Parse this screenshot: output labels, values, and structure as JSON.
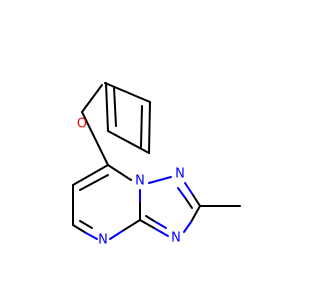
{
  "molecule": {
    "atoms": {
      "furan_o": {
        "symbol": "O",
        "color": "#ff0000"
      },
      "n1": {
        "symbol": "N",
        "color": "#0000ff"
      },
      "n2": {
        "symbol": "N",
        "color": "#0000ff"
      },
      "n3": {
        "symbol": "N",
        "color": "#0000ff"
      },
      "n4": {
        "symbol": "N",
        "color": "#0000ff"
      }
    },
    "colors": {
      "bond": "#000000",
      "oxygen": "#ff0000",
      "nitrogen": "#0000ff",
      "background": "#ffffff"
    }
  }
}
